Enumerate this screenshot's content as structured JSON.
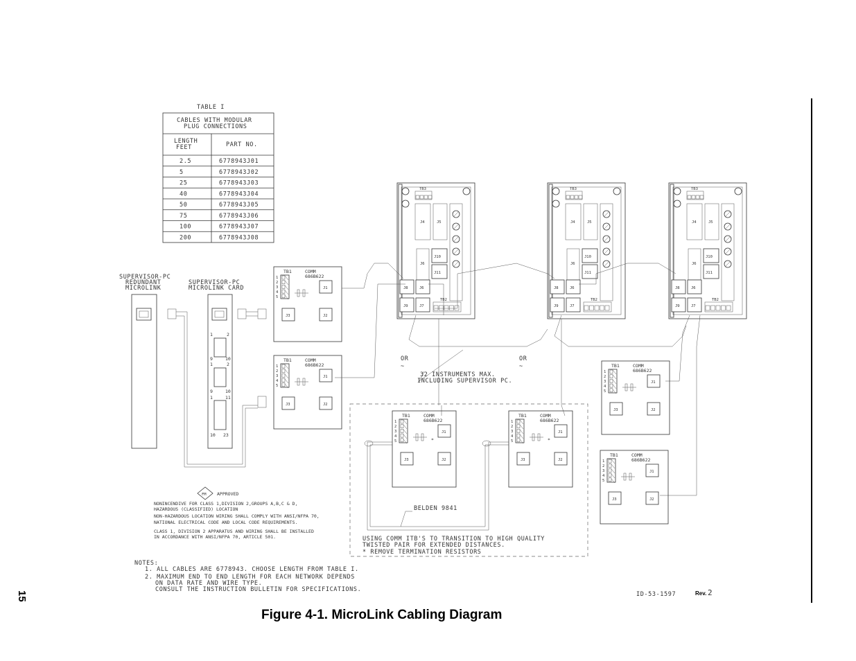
{
  "table1": {
    "title": "TABLE I",
    "heading_line1": "CABLES WITH MODULAR",
    "heading_line2": "PLUG CONNECTIONS",
    "col_length_line1": "LENGTH",
    "col_length_line2": "FEET",
    "col_part": "PART NO.",
    "rows": [
      {
        "length": "2.5",
        "part": "6778943J01"
      },
      {
        "length": "5",
        "part": "6778943J02"
      },
      {
        "length": "25",
        "part": "6778943J03"
      },
      {
        "length": "40",
        "part": "6778943J04"
      },
      {
        "length": "50",
        "part": "6778943J05"
      },
      {
        "length": "75",
        "part": "6778943J06"
      },
      {
        "length": "100",
        "part": "6778943J07"
      },
      {
        "length": "200",
        "part": "6778943J08"
      }
    ]
  },
  "labels": {
    "sup_redundant_1": "SUPERVISOR-PC",
    "sup_redundant_2": "REDUNDANT",
    "sup_redundant_3": "MICROLINK",
    "sup_card_1": "SUPERVISOR-PC",
    "sup_card_2": "MICROLINK CARD",
    "tb1": "TB1",
    "comm": "COMM",
    "comm_part": "686B622",
    "tb2": "TB2",
    "tb3": "TB3",
    "or": "OR",
    "max_line1": "32 INSTRUMENTS MAX.",
    "max_line2": "INCLUDING SUPERVISOR PC.",
    "belden": "BELDEN 9841",
    "star": "*",
    "pin_labels": [
      "1",
      "2",
      "9",
      "10",
      "1",
      "2",
      "9",
      "10",
      "1",
      "11",
      "10",
      "23"
    ],
    "terminal_numbers": [
      "1",
      "2",
      "3",
      "4",
      "5"
    ]
  },
  "jacks": {
    "j1": "J1",
    "j2": "J2",
    "j3": "J3",
    "j4": "J4",
    "j5": "J5",
    "j6": "J6",
    "j7": "J7",
    "j8": "J8",
    "j9": "J9",
    "j10": "J10",
    "j11": "J11"
  },
  "transition_note": {
    "line1": "USING COMM ITB'S TO TRANSITION TO HIGH QUALITY",
    "line2": "TWISTED PAIR FOR EXTENDED DISTANCES.",
    "line3": "* REMOVE TERMINATION RESISTORS"
  },
  "approval": {
    "badge": "FM",
    "label": "APPROVED",
    "lines": [
      "NONINCENDIVE FOR CLASS 1,DIVISION 2,GROUPS A,B,C & D,",
      "HAZARDOUS (CLASSIFIED) LOCATION",
      "NON-HAZARDOUS LOCATION WIRING SHALL COMPLY WITH ANSI/NFPA 70,",
      "NATIONAL ELECTRICAL CODE AND LOCAL CODE REQUIREMENTS.",
      "CLASS 1, DIVISION 2 APPARATUS AND WIRING SHALL BE INSTALLED",
      "IN ACCORDANCE WITH ANSI/NFPA 70, ARTICLE 501."
    ]
  },
  "notes": {
    "title": "NOTES:",
    "lines": [
      "1. ALL CABLES ARE 6778943. CHOOSE LENGTH FROM TABLE I.",
      "2. MAXIMUM END TO END LENGTH FOR EACH NETWORK DEPENDS",
      "ON DATA RATE AND WIRE TYPE.",
      "CONSULT THE INSTRUCTION BULLETIN FOR SPECIFICATIONS."
    ]
  },
  "drawing_id": "ID-53-1597",
  "rev_label": "Rev.",
  "rev_number": "2",
  "caption": "Figure 4-1.  MicroLink Cabling Diagram",
  "page_number": "15"
}
